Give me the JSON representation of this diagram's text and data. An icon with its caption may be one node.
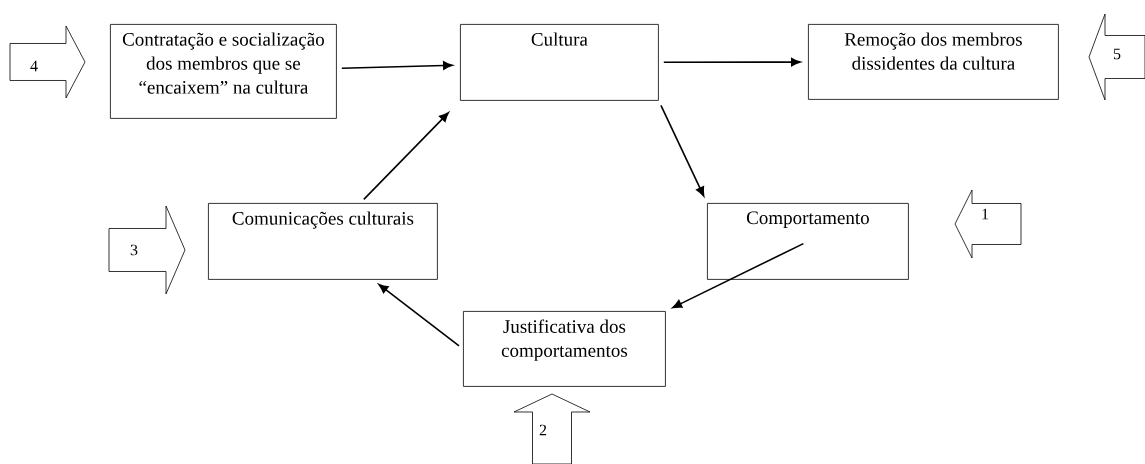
{
  "diagram": {
    "nodes": [
      {
        "text": [
          "Contratação e socialização dos membros que se “encaixem” na cultura"
        ]
      },
      {
        "text": [
          "Cultura"
        ]
      },
      {
        "text": [
          "Remoção dos membros dissidentes da cultura"
        ]
      },
      {
        "text": [
          "Comunicações culturais"
        ]
      },
      {
        "text": [
          "Comportamento"
        ]
      },
      {
        "text": [
          "Justificativa dos comportamentos"
        ]
      },
      {
        "text": [
          "4"
        ]
      },
      {
        "text": [
          "5"
        ]
      },
      {
        "text": [
          "3"
        ]
      },
      {
        "text": [
          "1"
        ]
      },
      {
        "text": [
          "2"
        ]
      }
    ],
    "edges": [
      {
        "from": 0,
        "to": 1,
        "arrow": "to"
      },
      {
        "from": 1,
        "to": 2,
        "arrow": "to"
      },
      {
        "from": 1,
        "to": 4,
        "arrow": "to"
      },
      {
        "from": 4,
        "to": 5,
        "arrow": "to"
      },
      {
        "from": 5,
        "to": 3,
        "arrow": "to"
      },
      {
        "from": 3,
        "to": 1,
        "arrow": "to"
      }
    ]
  }
}
